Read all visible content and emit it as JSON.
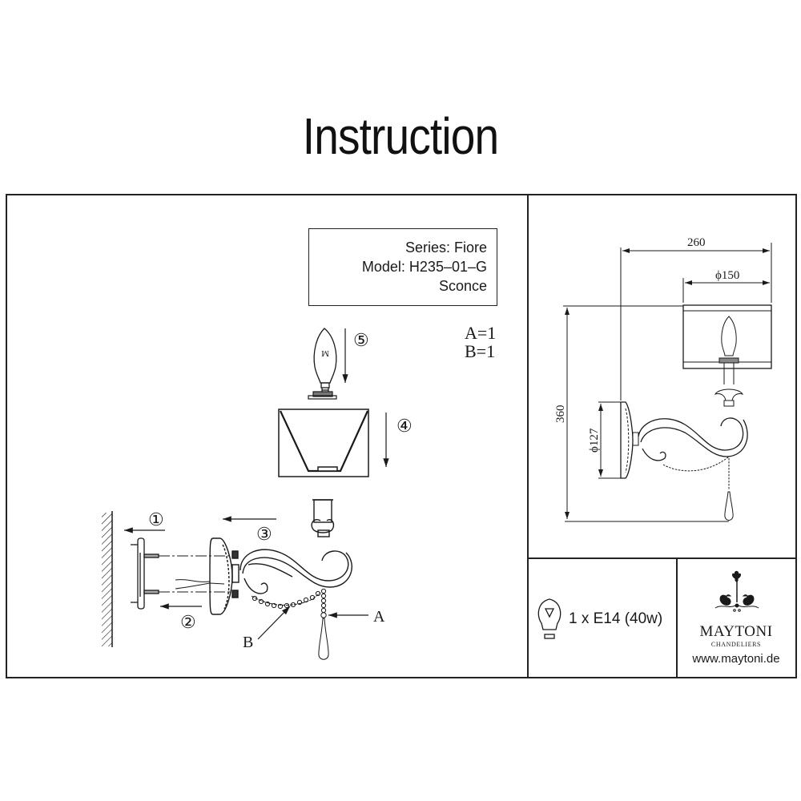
{
  "document": {
    "title": "Instruction"
  },
  "product": {
    "series": "Series: Fiore",
    "model": "Model: H235–01–G",
    "type": "Sconce"
  },
  "parts": {
    "a_count": "A=1",
    "b_count": "B=1",
    "label_a": "A",
    "label_b": "B"
  },
  "steps": [
    "①",
    "②",
    "③",
    "④",
    "⑤"
  ],
  "dimensions": {
    "width": "260",
    "shade_diameter": "ϕ150",
    "height": "360",
    "backplate_diameter": "ϕ127"
  },
  "bulb": {
    "marking": "M",
    "spec": "1 x E14 (40w)",
    "icon": "light-bulb-icon"
  },
  "brand": {
    "name": "MAYTONI",
    "tagline": "CHANDELIERS",
    "website": "www.maytoni.de",
    "logo_icon": "chandelier-ornament-logo"
  },
  "colors": {
    "ink": "#1a1a1a",
    "paper": "#ffffff"
  }
}
